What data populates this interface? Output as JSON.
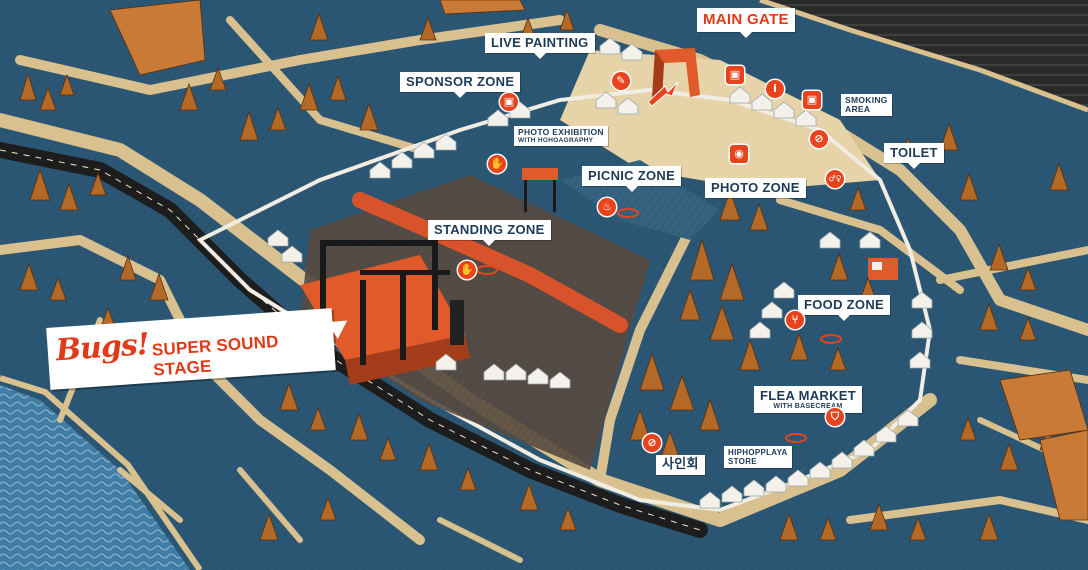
{
  "labels": {
    "main_gate": "MAIN GATE",
    "live_painting": "LIVE PAINTING",
    "sponsor_zone": "SPONSOR ZONE",
    "photo_exhibition": "PHOTO EXHIBITION",
    "photo_exhibition_sub": "WITH HOHOAGRAPHY",
    "smoking_area_1": "SMOKING",
    "smoking_area_2": "AREA",
    "toilet": "TOILET",
    "picnic_zone": "PICNIC ZONE",
    "photo_zone": "PHOTO ZONE",
    "standing_zone": "STANDING ZONE",
    "food_zone": "FOOD ZONE",
    "flea_market": "FLEA MARKET",
    "flea_market_sub": "WITH BASECREAM",
    "hiphopplaya_1": "HIPHOPPLAYA",
    "hiphopplaya_2": "STORE",
    "autograph": "사인회",
    "stage_brand": "Bugs!",
    "stage_name": "SUPER SOUND STAGE"
  },
  "icons": {
    "info": "i",
    "photo": "◉",
    "toilet": "♂♀",
    "food": "⑂",
    "cart": "▣",
    "hand": "✋",
    "picnic": "♨",
    "smoking": "⊘",
    "shirt": "⛉",
    "sign": "✎"
  },
  "colors": {
    "water": "#2f6a8f",
    "grass": "#2b5774",
    "path": "#d9c08f",
    "accent": "#e8431c",
    "label_text": "#1d3a57",
    "trees": "#b46a26"
  }
}
